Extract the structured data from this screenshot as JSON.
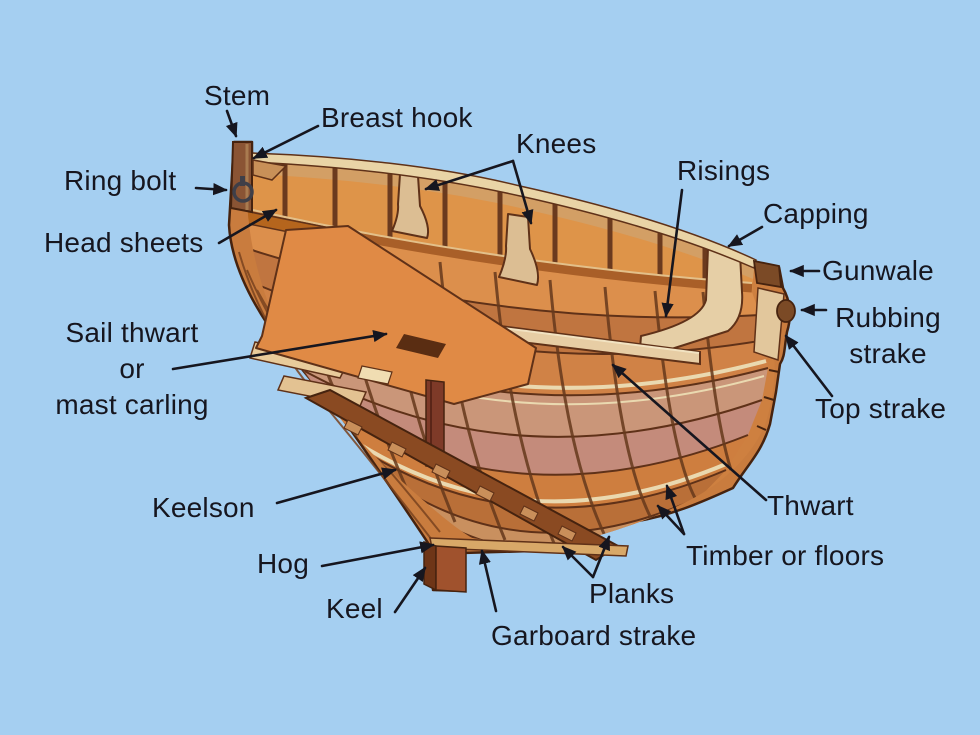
{
  "diagram": {
    "subject": "Wooden boat construction cutaway diagram",
    "labels": {
      "stem": "Stem",
      "breast_hook": "Breast hook",
      "knees": "Knees",
      "risings": "Risings",
      "capping": "Capping",
      "gunwale": "Gunwale",
      "rubbing_strake": "Rubbing\nstrake",
      "top_strake": "Top strake",
      "ring_bolt": "Ring bolt",
      "head_sheets": "Head sheets",
      "sail_thwart": "Sail thwart\nor\nmast carling",
      "keelson": "Keelson",
      "hog": "Hog",
      "keel": "Keel",
      "garboard_strake": "Garboard strake",
      "planks": "Planks",
      "timber_or_floors": "Timber or floors",
      "thwart": "Thwart"
    },
    "colors": {
      "background": "#A5CFF1",
      "label_text": "#16161F",
      "leader_line": "#16161F",
      "hull_base": "#C97C3E",
      "hull_outline": "#46230F",
      "capping_cream": "#E9D4A6",
      "gunwale_brown": "#7B4A26",
      "wall_orange": "#DE9449",
      "panel_tan": "#D2A068",
      "knee_tan": "#DCBE93",
      "stern_knee_cream": "#E6CFA6",
      "thwart_cream": "#E7CDA4",
      "sail_thwart_orange": "#E08A45",
      "mast_post_maroon": "#7E3A28",
      "keelson_brown": "#8A4A22",
      "keel_brown": "#A0522D",
      "plank_pink": "#C48B7B",
      "rib_brown": "#6B3A1E"
    }
  }
}
